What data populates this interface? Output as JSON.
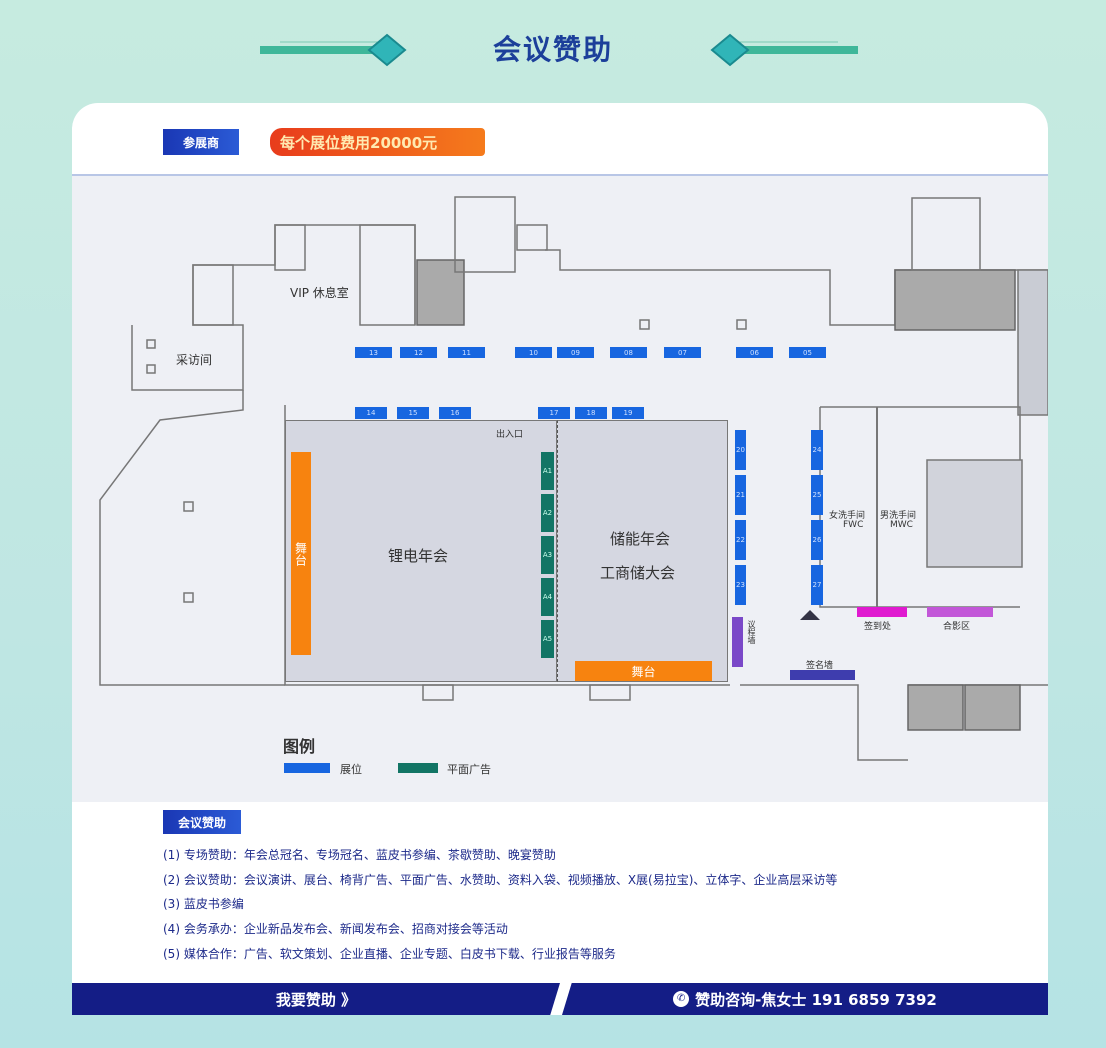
{
  "header": {
    "title": "会议赞助"
  },
  "tags": {
    "exhibitor": "参展商",
    "price": "每个展位费用20000元"
  },
  "plan": {
    "rooms": {
      "vip": "VIP 休息室",
      "interview": "采访间",
      "hall1": "锂电年会",
      "hall2_line1": "储能年会",
      "hall2_line2": "工商储大会",
      "entrance": "出入口",
      "stage": "舞台",
      "wc_f": "女洗手间",
      "wc_f_code": "FWC",
      "wc_m": "男洗手间",
      "wc_m_code": "MWC",
      "signin": "签到处",
      "photo": "合影区",
      "agenda": "议程墙",
      "signwall": "签名墙"
    },
    "booths_top": [
      "13",
      "12",
      "11",
      "10",
      "09",
      "08",
      "07",
      "06",
      "05"
    ],
    "booths_bottom": [
      "14",
      "15",
      "16",
      "17",
      "18",
      "19"
    ],
    "booths_right": [
      "20",
      "21",
      "22",
      "23"
    ],
    "booths_right2": [
      "24",
      "25",
      "26",
      "27"
    ],
    "ads": [
      "A1",
      "A2",
      "A3",
      "A4",
      "A5"
    ],
    "legend": {
      "title": "图例",
      "booth": "展位",
      "ad": "平面广告"
    },
    "colors": {
      "booth": "#1766e0",
      "ad": "#127565",
      "stage": "#f7830f"
    }
  },
  "sponsor": {
    "title": "会议赞助",
    "items": [
      "(1) 专场赞助：年会总冠名、专场冠名、蓝皮书参编、茶歇赞助、晚宴赞助",
      "(2) 会议赞助：会议演讲、展台、椅背广告、平面广告、水赞助、资料入袋、视频播放、X展(易拉宝)、立体字、企业高层采访等",
      "(3) 蓝皮书参编",
      "(4) 会务承办：企业新品发布会、新闻发布会、招商对接会等活动",
      "(5) 媒体合作：广告、软文策划、企业直播、企业专题、白皮书下载、行业报告等服务"
    ]
  },
  "footer": {
    "cta": "我要赞助 》",
    "contact": "赞助咨询-焦女士 191 6859 7392"
  }
}
